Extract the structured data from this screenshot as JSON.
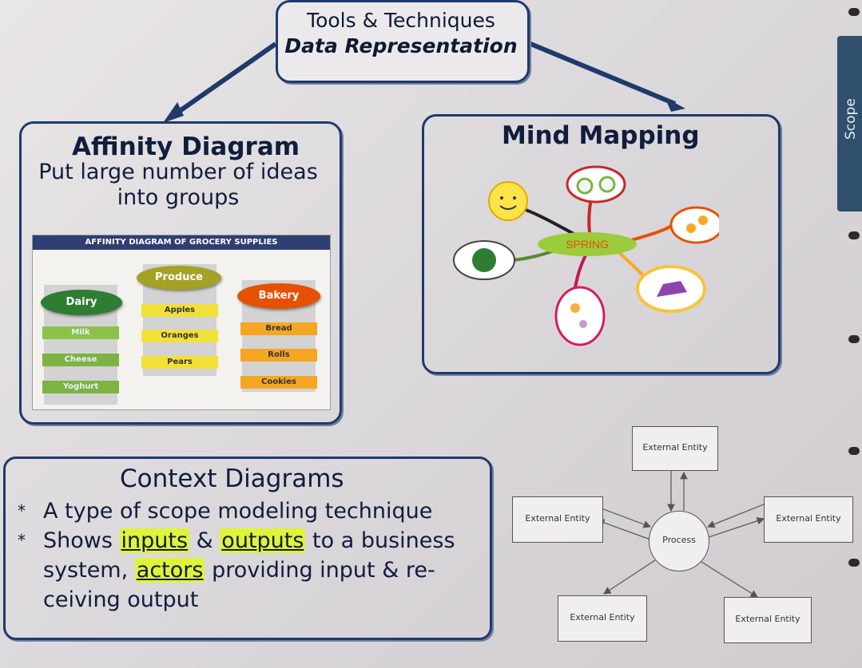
{
  "banner": {
    "line1": "Tools & Techniques",
    "line2": "Data Representation"
  },
  "affinity": {
    "heading": "Affinity Diagram",
    "subtitle_line1": "Put large number of ideas",
    "subtitle_line2": "into groups",
    "chart": {
      "title": "AFFINITY DIAGRAM OF GROCERY SUPPLIES",
      "groups": [
        {
          "name": "Dairy",
          "color": "#2e7d32",
          "items": [
            "Milk",
            "Cheese",
            "Yoghurt"
          ],
          "item_color": "#8bc34a"
        },
        {
          "name": "Produce",
          "color": "#9e9d24",
          "items": [
            "Apples",
            "Oranges",
            "Pears"
          ],
          "item_color": "#f2e03a"
        },
        {
          "name": "Bakery",
          "color": "#e65100",
          "items": [
            "Bread",
            "Rolls",
            "Cookies"
          ],
          "item_color": "#f5a623"
        }
      ]
    }
  },
  "mind_mapping": {
    "heading": "Mind Mapping",
    "center_label": "SPRING"
  },
  "context": {
    "heading": "Context Diagrams",
    "bullet1": "A type of scope modeling technique",
    "bullet2_pre": "Shows",
    "bullet2_inputs": "inputs",
    "bullet2_amp": "&",
    "bullet2_outputs": "outputs",
    "bullet2_post": "to a business",
    "bullet2_line2_pre": "system,",
    "bullet2_actors": "actors",
    "bullet2_line2_post": "providing input & re-",
    "bullet2_line3": "ceiving output"
  },
  "context_diagram": {
    "process": "Process",
    "entities": [
      "External Entity",
      "External Entity",
      "External Entity",
      "External Entity",
      "External Entity"
    ]
  },
  "side_tab": {
    "label": "Scope"
  }
}
